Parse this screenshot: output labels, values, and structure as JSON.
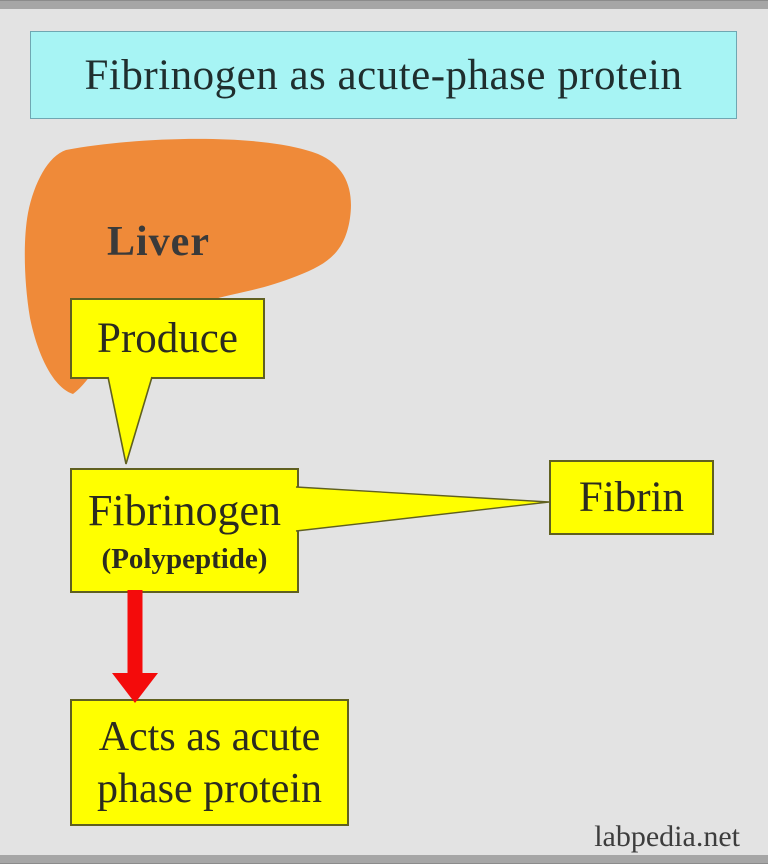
{
  "page": {
    "background_color": "#e3e3e3",
    "frame_band_color": "#a6a6a6"
  },
  "title": {
    "text": "Fibrinogen as acute-phase protein",
    "bg_color": "#a7f4f4",
    "border_color": "#6fa7b2"
  },
  "diagram": {
    "liver": {
      "label": "Liver",
      "color": "#ef8a39"
    },
    "produce": {
      "label": "Produce"
    },
    "fibrinogen": {
      "label": "Fibrinogen",
      "sublabel": "(Polypeptide)"
    },
    "fibrin": {
      "label": "Fibrin"
    },
    "acts": {
      "label": "Acts as acute phase protein",
      "line1": "Acts as acute",
      "line2": "phase protein"
    },
    "box_bg_color": "#ffff00",
    "box_border_color": "#606020",
    "arrow_color": "#f40b0b"
  },
  "watermark": {
    "text": "labpedia.net"
  }
}
